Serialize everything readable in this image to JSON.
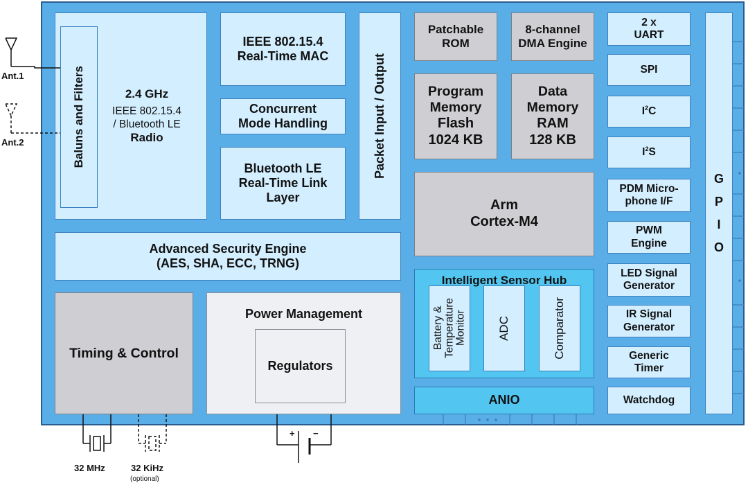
{
  "antennas": {
    "ant1": "Ant.1",
    "ant2": "Ant.2"
  },
  "radio": {
    "baluns": "Baluns and Filters",
    "line1": "2.4 GHz",
    "line2": "IEEE 802.15.4",
    "line3": "/ Bluetooth LE",
    "line4": "Radio"
  },
  "mac": {
    "line1": "IEEE 802.15.4",
    "line2": "Real-Time MAC"
  },
  "concurrent": {
    "line1": "Concurrent",
    "line2": "Mode Handling"
  },
  "ble_ll": {
    "line1": "Bluetooth LE",
    "line2": "Real-Time Link",
    "line3": "Layer"
  },
  "packet_io": "Packet Input / Output",
  "rom": {
    "line1": "Patchable",
    "line2": "ROM"
  },
  "dma": {
    "line1": "8-channel",
    "line2": "DMA Engine"
  },
  "flash": {
    "line1": "Program",
    "line2": "Memory",
    "line3": "Flash",
    "line4": "1024 KB"
  },
  "ram": {
    "line1": "Data",
    "line2": "Memory",
    "line3": "RAM",
    "line4": "128 KB"
  },
  "cpu": {
    "line1": "Arm",
    "line2": "Cortex-M4"
  },
  "security": {
    "line1": "Advanced Security Engine",
    "line2": "(AES, SHA, ECC, TRNG)"
  },
  "sensor_hub": {
    "title": "Intelligent Sensor Hub",
    "battery_line1": "Battery &",
    "battery_line2": "Temperature",
    "battery_line3": "Monitor",
    "adc": "ADC",
    "comparator": "Comparator"
  },
  "anio": "ANIO",
  "timing": "Timing & Control",
  "power": {
    "title": "Power Management",
    "regulators": "Regulators"
  },
  "peripherals": {
    "uart_line1": "2 x",
    "uart_line2": "UART",
    "spi": "SPI",
    "i2c_main": "I",
    "i2c_sup": "2",
    "i2c_end": "C",
    "i2s_main": "I",
    "i2s_sup": "2",
    "i2s_end": "S",
    "pdm_line1": "PDM Micro-",
    "pdm_line2": "phone I/F",
    "pwm_line1": "PWM",
    "pwm_line2": "Engine",
    "led_line1": "LED Signal",
    "led_line2": "Generator",
    "ir_line1": "IR Signal",
    "ir_line2": "Generator",
    "timer_line1": "Generic",
    "timer_line2": "Timer",
    "watchdog": "Watchdog"
  },
  "gpio": {
    "g": "G",
    "p": "P",
    "i": "I",
    "o": "O"
  },
  "crystals": {
    "main": "32 MHz",
    "low": "32 KiHz",
    "optional": "(optional)"
  },
  "battery_symbol": {
    "plus": "+",
    "minus": "−"
  }
}
